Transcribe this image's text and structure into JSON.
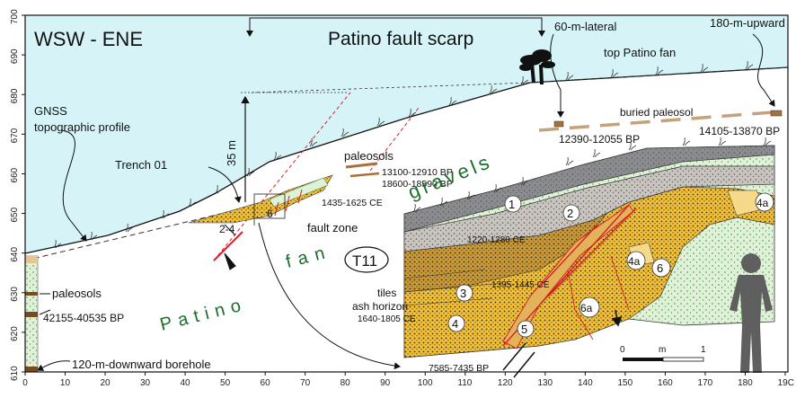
{
  "header": {
    "orientation": "WSW - ENE",
    "scarp_title": "Patino fault scarp"
  },
  "labels": {
    "gnss_line1": "GNSS",
    "gnss_line2": "topographic profile",
    "trench": "Trench 01",
    "vertical_offset": "35 m",
    "paleosols_upper": "paleosols",
    "date_13100": "13100-12910 BP",
    "date_18600": "18600-18590 BP",
    "date_1435": "1435-1625 CE",
    "fault_zone": "fault zone",
    "unit_24": "2-4",
    "unit_6_small": "6",
    "gravels": "gravels",
    "fan": "fan",
    "patino": "Patino",
    "t11": "T11",
    "lateral_60": "60-m-lateral",
    "upward_180": "180-m-upward",
    "top_fan": "top Patino fan",
    "buried_paleosol": "buried paleosol",
    "date_12390": "12390-12055 BP",
    "date_14105": "14105-13870 BP",
    "paleosols_lower": "paleosols",
    "date_42155": "42155-40535 BP",
    "borehole": "120-m-downward borehole",
    "date_1220": "1220-1280 CE",
    "date_1395": "1395-1445 CE",
    "tiles": "tiles",
    "ash_horizon": "ash horizon",
    "date_1640": "1640-1805 CE",
    "date_7585": "7585-7435 BP",
    "unit_1": "1",
    "unit_2": "2",
    "unit_3": "3",
    "unit_4": "4",
    "unit_4a": "4a",
    "unit_4a_b": "4a",
    "unit_5": "5",
    "unit_6": "6",
    "unit_6a": "6a",
    "scale_0": "0",
    "scale_m": "m",
    "scale_1": "1"
  },
  "axes": {
    "y_ticks": [
      610,
      620,
      630,
      640,
      650,
      660,
      670,
      680,
      690,
      700
    ],
    "x_ticks": [
      0,
      10,
      20,
      30,
      40,
      50,
      60,
      70,
      80,
      90,
      100,
      110,
      120,
      130,
      140,
      150,
      160,
      170,
      180,
      190
    ],
    "x_last_label": "19C",
    "y_range": [
      610,
      700
    ],
    "x_range": [
      0,
      190
    ]
  },
  "colors": {
    "sky": "#d6f4f7",
    "ground": "#ffffff",
    "unit1": "#8a8c8f",
    "unit2": "#c9c4bd",
    "unit3": "#c89a3a",
    "unit4": "#f0c03a",
    "unit6": "#dff2d8",
    "fault": "#d4202a",
    "paleosol": "#a9703b"
  }
}
